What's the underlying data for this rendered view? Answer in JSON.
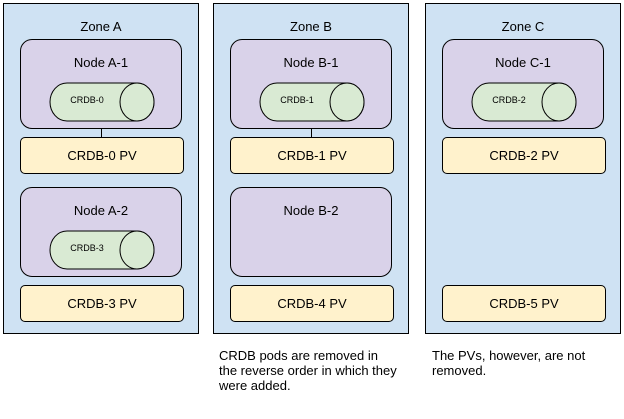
{
  "zones": [
    {
      "title": "Zone A",
      "nodes": [
        {
          "title": "Node A-1",
          "pod": "CRDB-0"
        },
        {
          "title": "Node A-2",
          "pod": "CRDB-3"
        }
      ],
      "pvs": [
        "CRDB-0 PV",
        "CRDB-3 PV"
      ]
    },
    {
      "title": "Zone B",
      "nodes": [
        {
          "title": "Node B-1",
          "pod": "CRDB-1"
        },
        {
          "title": "Node B-2",
          "pod": ""
        }
      ],
      "pvs": [
        "CRDB-1 PV",
        "CRDB-4 PV"
      ]
    },
    {
      "title": "Zone C",
      "nodes": [
        {
          "title": "Node C-1",
          "pod": "CRDB-2"
        }
      ],
      "pvs": [
        "CRDB-2 PV",
        "CRDB-5 PV"
      ]
    }
  ],
  "captions": {
    "zone_b": [
      "CRDB pods are removed in",
      "the reverse order in which they",
      "were added."
    ],
    "zone_c": [
      "The PVs, however, are not",
      "removed."
    ]
  },
  "colors": {
    "zone_fill": "#cfe2f3",
    "node_fill": "#d9d2e9",
    "pv_fill": "#fff2cc",
    "pod_fill": "#d9ead3"
  }
}
